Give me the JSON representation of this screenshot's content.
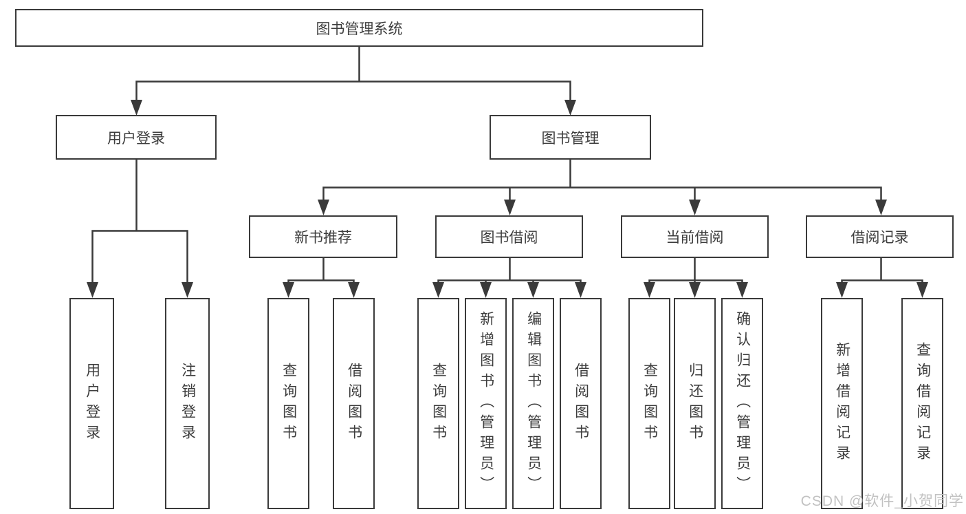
{
  "diagram": {
    "type": "tree",
    "root": {
      "label": "图书管理系统"
    },
    "branches": [
      {
        "label": "用户登录",
        "children": [
          {
            "label": "用户登录"
          },
          {
            "label": "注销登录"
          }
        ]
      },
      {
        "label": "图书管理",
        "children": [
          {
            "label": "新书推荐",
            "children": [
              {
                "label": "查询图书"
              },
              {
                "label": "借阅图书"
              }
            ]
          },
          {
            "label": "图书借阅",
            "children": [
              {
                "label": "查询图书"
              },
              {
                "label": "新增图书（管理员）"
              },
              {
                "label": "编辑图书（管理员）"
              },
              {
                "label": "借阅图书"
              }
            ]
          },
          {
            "label": "当前借阅",
            "children": [
              {
                "label": "查询图书"
              },
              {
                "label": "归还图书"
              },
              {
                "label": "确认归还（管理员）"
              }
            ]
          },
          {
            "label": "借阅记录",
            "children": [
              {
                "label": "新增借阅记录"
              },
              {
                "label": "查询借阅记录"
              }
            ]
          }
        ]
      }
    ]
  },
  "watermark": "CSDN @软件_小贺同学",
  "colors": {
    "line": "#3a3a3a",
    "box_border": "#3a3a3a",
    "text": "#3d3d3d",
    "background": "#ffffff",
    "watermark": "#c2c2c2"
  }
}
